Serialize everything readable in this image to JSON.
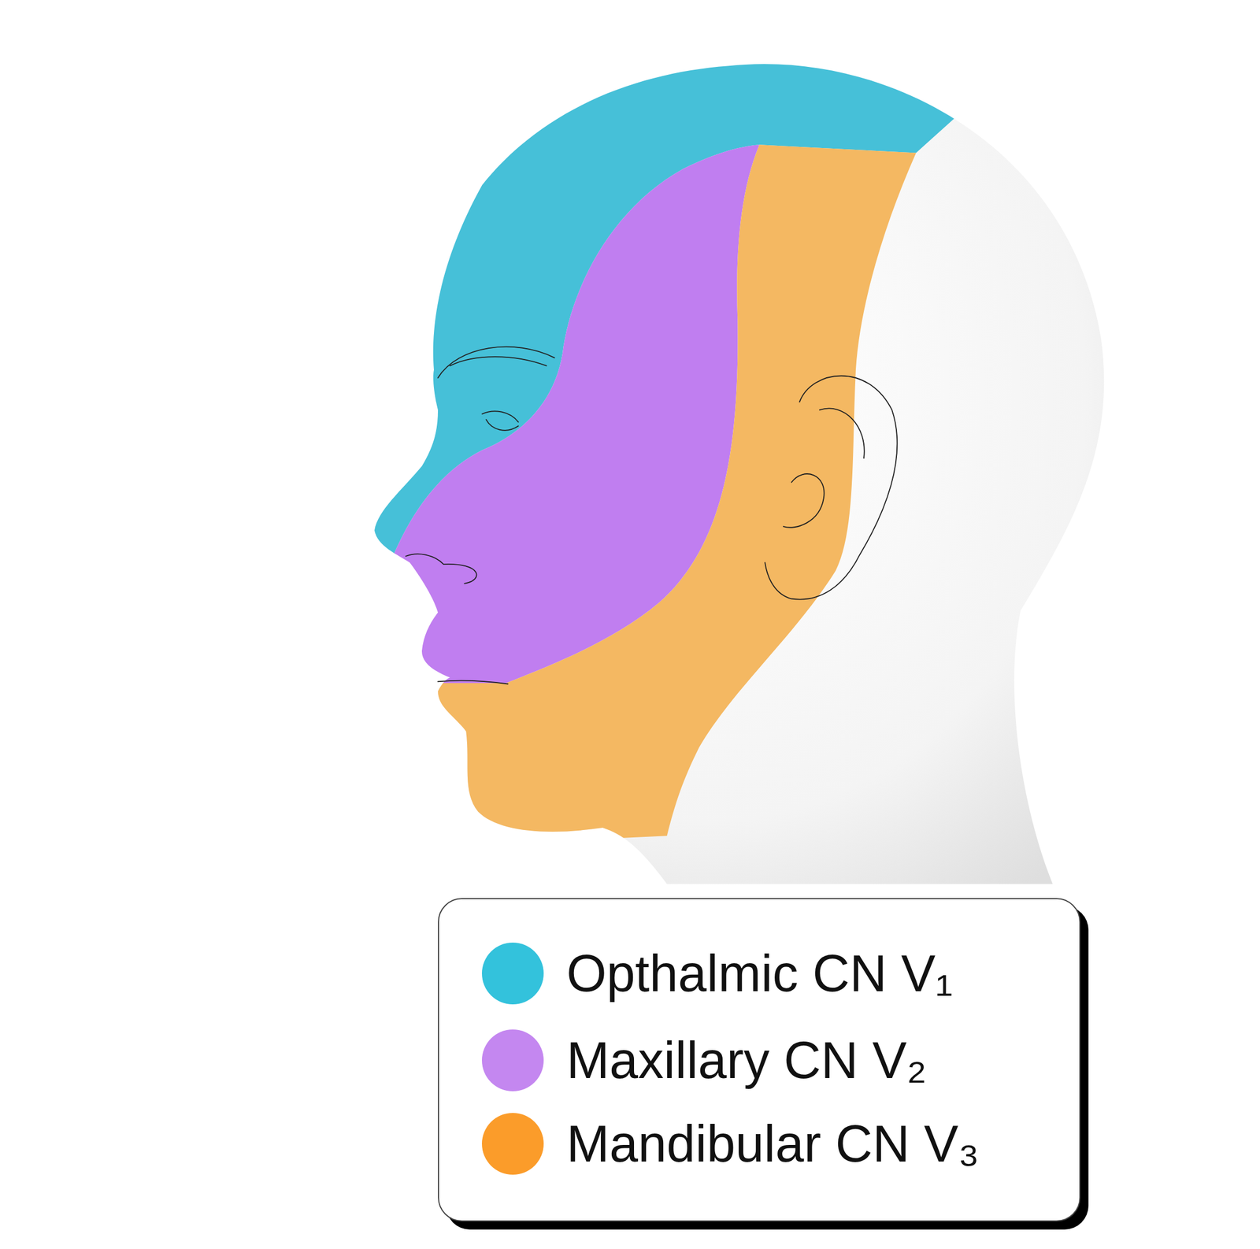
{
  "diagram": {
    "legend": [
      {
        "text": "Opthalmic CN V₁",
        "color": "#33c2dc"
      },
      {
        "text": "Maxillary CN V₂",
        "color": "#c487f0"
      },
      {
        "text": "Mandibular CN V₃",
        "color": "#fb9c2a"
      }
    ]
  }
}
